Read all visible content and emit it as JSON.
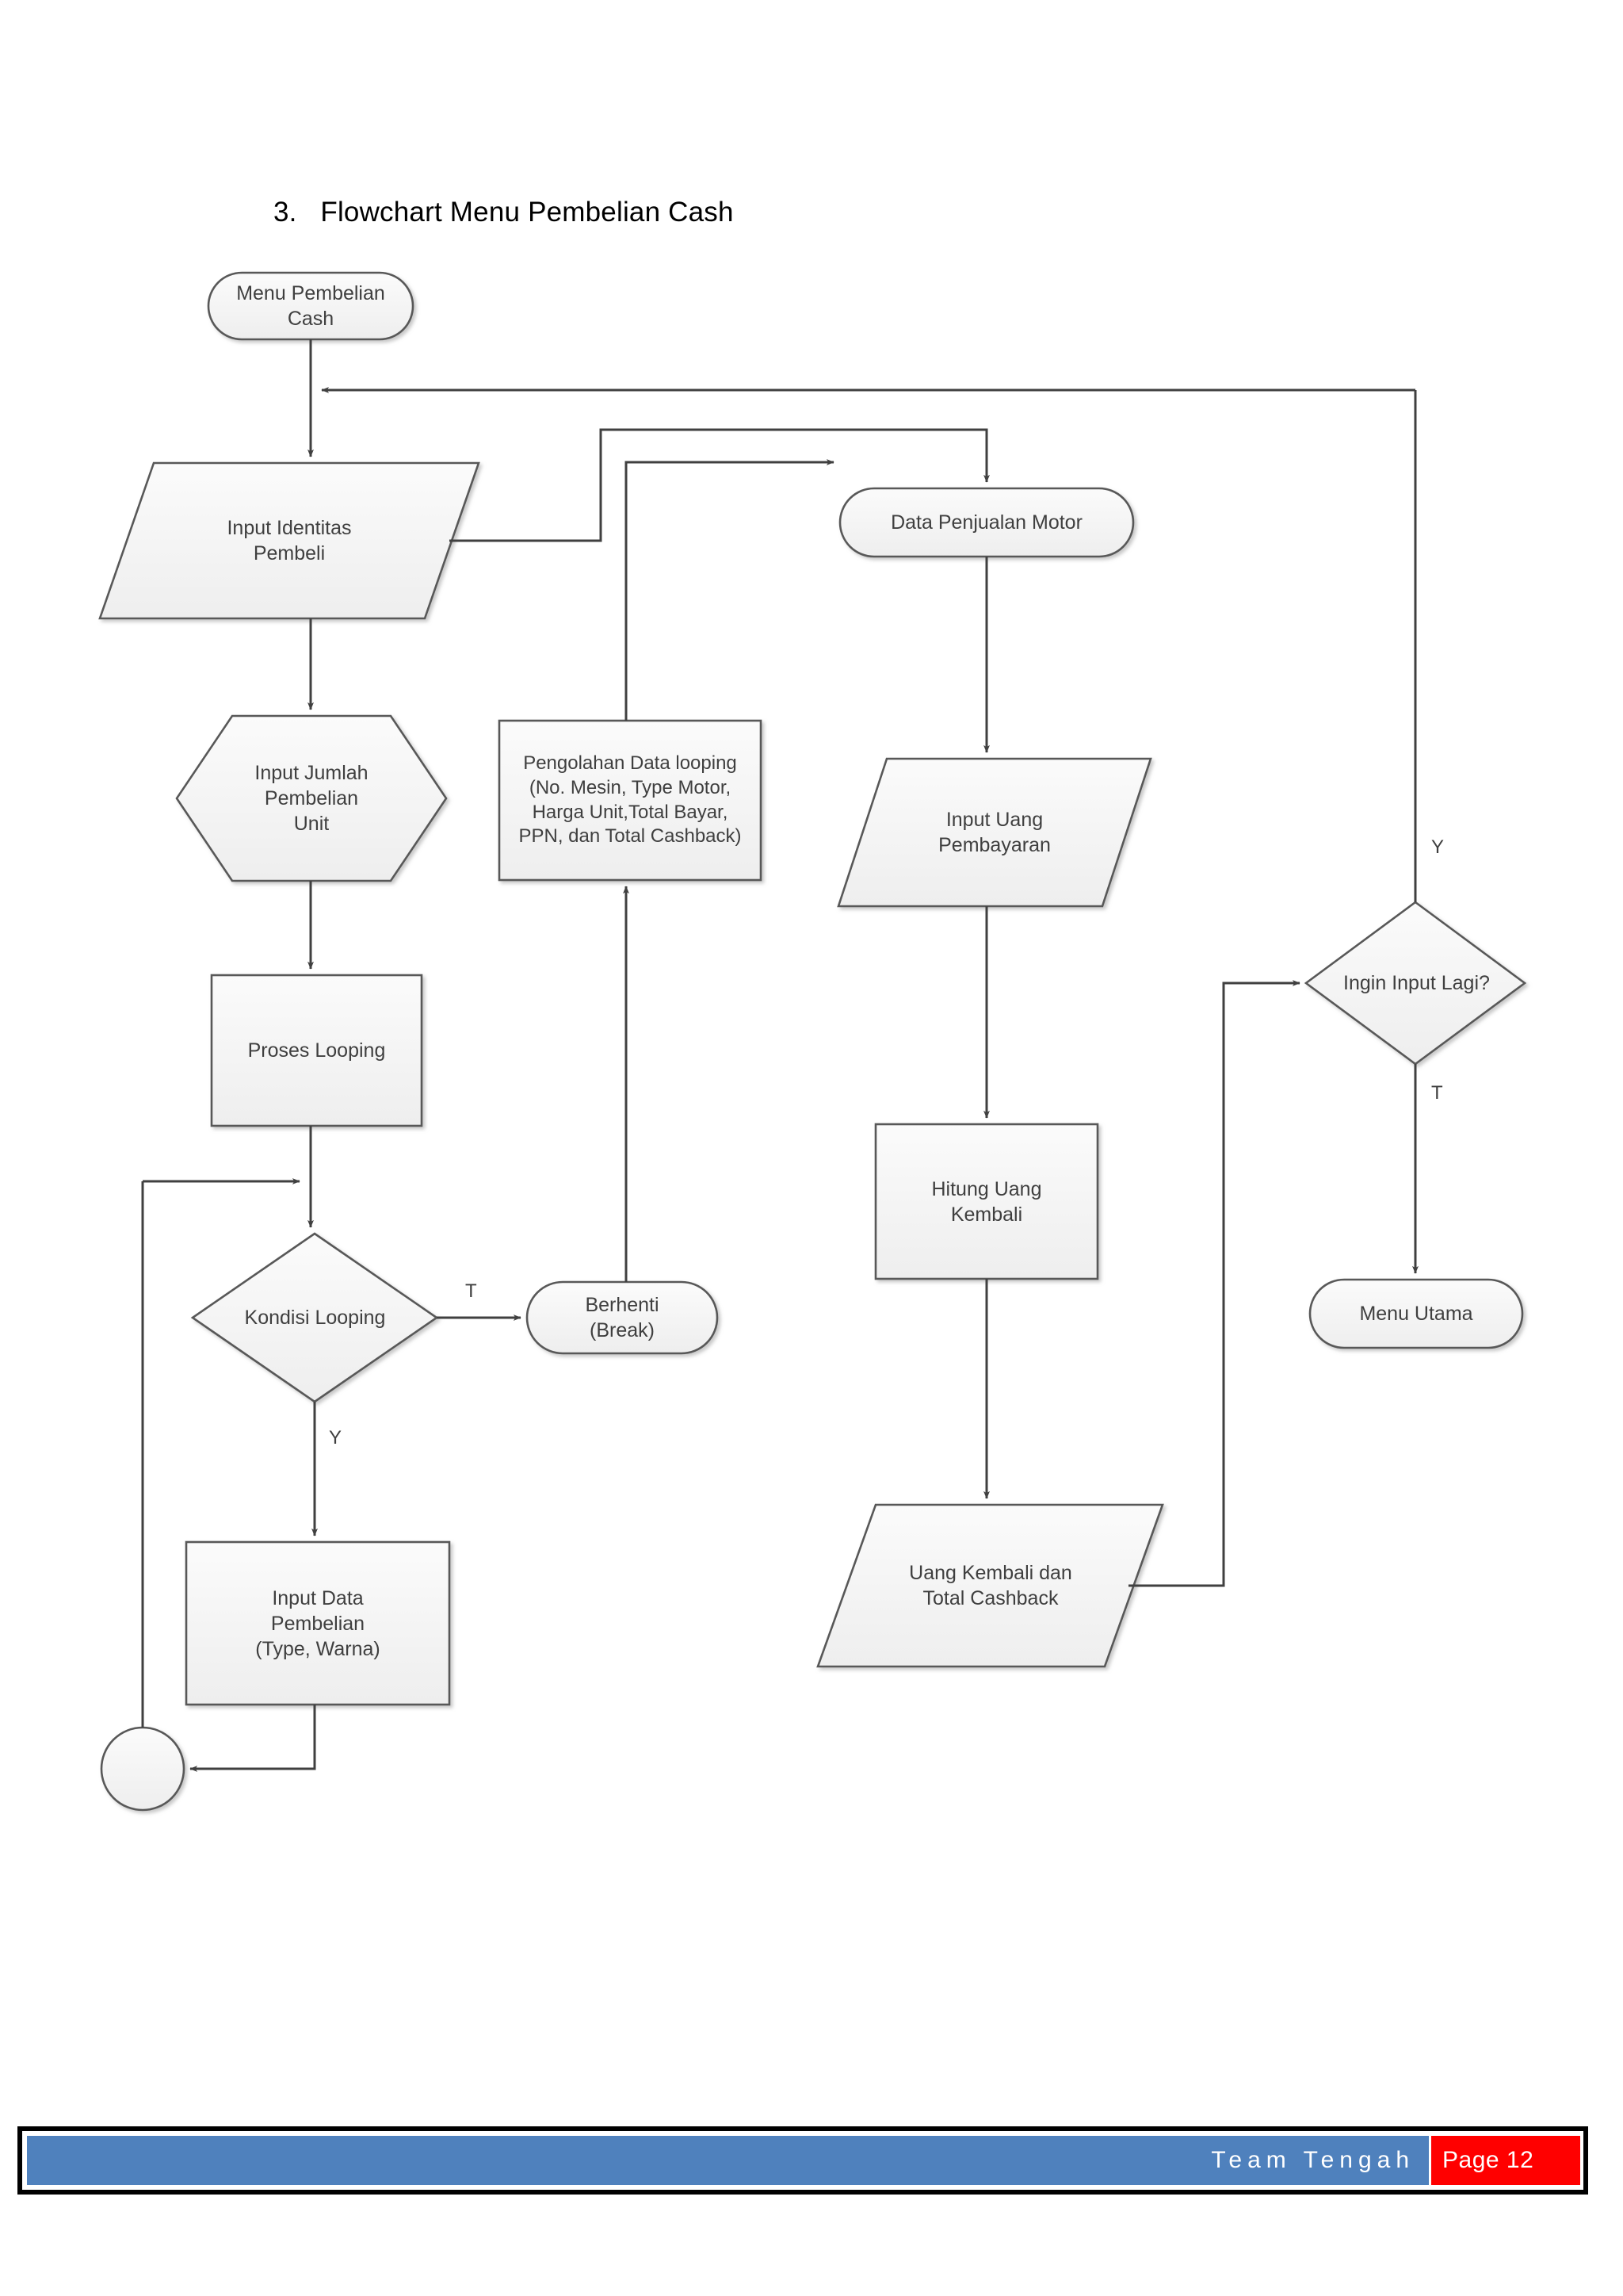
{
  "document": {
    "title": "3.   Flowchart Menu Pembelian Cash",
    "page_background": "#ffffff"
  },
  "flowchart": {
    "stroke_color": "#595959",
    "fill_color": "#f4f4f4",
    "text_color": "#3f3f3f",
    "nodes": [
      {
        "id": "menu-pembelian-cash",
        "shape": "terminator",
        "label": "Menu Pembelian\nCash"
      },
      {
        "id": "input-identitas-pembeli",
        "shape": "parallelogram",
        "label": "Input Identitas\nPembeli"
      },
      {
        "id": "input-jumlah-pembelian-unit",
        "shape": "hexagon",
        "label": "Input Jumlah\nPembelian\nUnit"
      },
      {
        "id": "proses-looping",
        "shape": "process",
        "label": "Proses Looping"
      },
      {
        "id": "kondisi-looping",
        "shape": "decision",
        "label": "Kondisi Looping"
      },
      {
        "id": "input-data-pembelian",
        "shape": "predefined-process",
        "label": "Input Data\nPembelian\n(Type, Warna)"
      },
      {
        "id": "connector-circle",
        "shape": "connector",
        "label": ""
      },
      {
        "id": "pengolahan-data-looping",
        "shape": "process",
        "label": "Pengolahan Data looping\n(No. Mesin, Type Motor,\nHarga Unit,Total Bayar,\nPPN, dan Total Cashback)"
      },
      {
        "id": "berhenti-break",
        "shape": "terminator",
        "label": "Berhenti\n(Break)"
      },
      {
        "id": "data-penjualan-motor",
        "shape": "terminator",
        "label": "Data Penjualan Motor"
      },
      {
        "id": "input-uang-pembayaran",
        "shape": "parallelogram",
        "label": "Input Uang\nPembayaran"
      },
      {
        "id": "hitung-uang-kembali",
        "shape": "process",
        "label": "Hitung Uang\nKembali"
      },
      {
        "id": "uang-kembali-total-cashback",
        "shape": "parallelogram",
        "label": "Uang Kembali dan\nTotal Cashback"
      },
      {
        "id": "ingin-input-lagi",
        "shape": "decision",
        "label": "Ingin Input Lagi?"
      },
      {
        "id": "menu-utama",
        "shape": "terminator",
        "label": "Menu Utama"
      }
    ],
    "edge_labels": [
      {
        "id": "kondisi-looping-true",
        "label": "T"
      },
      {
        "id": "kondisi-looping-false",
        "label": "Y"
      },
      {
        "id": "ingin-input-lagi-yes",
        "label": "Y"
      },
      {
        "id": "ingin-input-lagi-no",
        "label": "T"
      }
    ]
  },
  "footer": {
    "team": "Team Tengah",
    "page": "Page 12",
    "bar_color": "#4f81bd",
    "page_color": "#ff0000"
  }
}
